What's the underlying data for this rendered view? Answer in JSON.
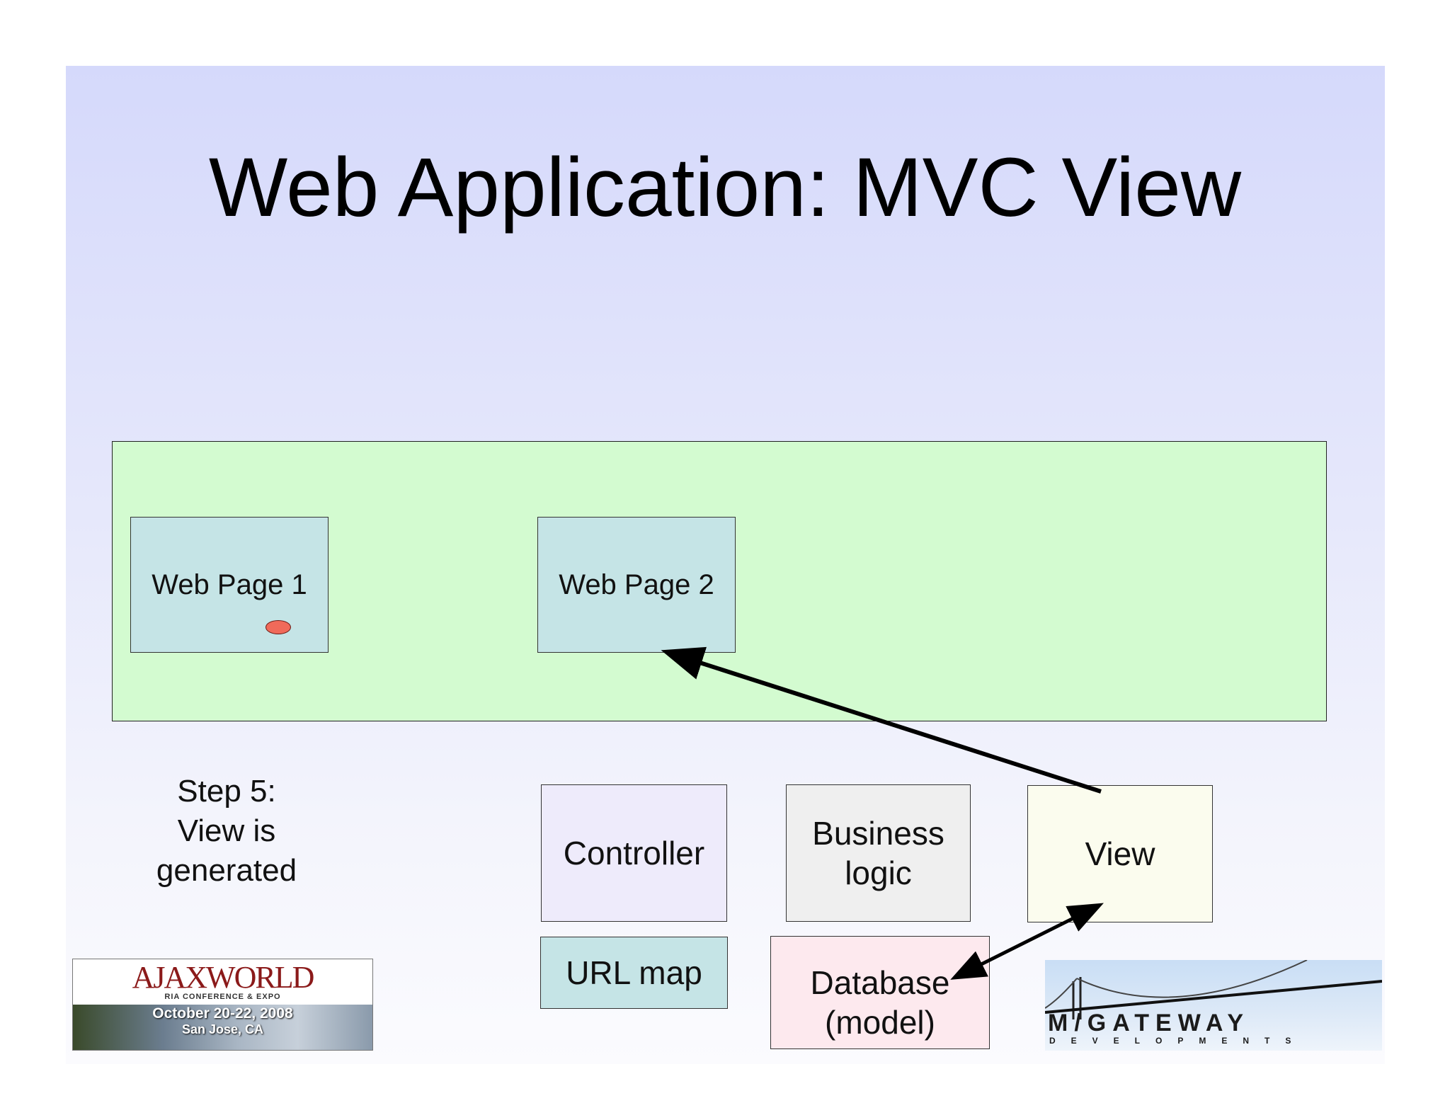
{
  "title": "Web Application: MVC View",
  "browser": {
    "pages": [
      {
        "label": "Web Page 1"
      },
      {
        "label": "Web Page 2"
      }
    ]
  },
  "step": {
    "lines": [
      "Step 5:",
      "View is",
      "generated"
    ]
  },
  "server": {
    "controller": "Controller",
    "business_logic": [
      "Business",
      "logic"
    ],
    "view": "View",
    "url_map": "URL map",
    "database": [
      "Database",
      "(model)"
    ]
  },
  "logos": {
    "ajaxworld": {
      "name": "AJAXWORLD",
      "subtitle": "RIA CONFERENCE & EXPO",
      "date": "October 20-22, 2008",
      "place": "San Jose, CA"
    },
    "mgateway": {
      "name": "M/GATEWAY",
      "subtitle": "DEVELOPMENTS"
    }
  },
  "colors": {
    "browser_area": "#d3fbd0",
    "web_page": "#c5e4e6",
    "controller": "#eeebfb",
    "business_logic": "#efefef",
    "view": "#fbfcee",
    "url_map": "#c5e4e6",
    "database": "#fde9ee",
    "click_marker": "#f06a5a"
  }
}
